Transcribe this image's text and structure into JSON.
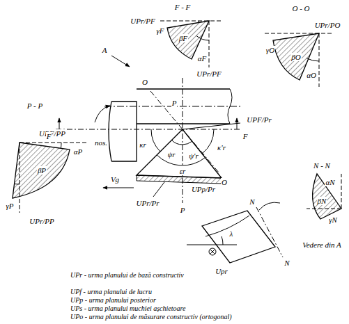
{
  "diagram": {
    "labels": [
      "F - F",
      "UPr/PF",
      "γF",
      "βF",
      "UPr/PF",
      "αF",
      "O - O",
      "UPr/PO",
      "γO",
      "βO",
      "αO",
      "A",
      "P - P",
      "UPF/PP",
      "αP",
      "βP",
      "γP",
      "UPr/PP",
      "O",
      "P",
      "nos.",
      "F",
      "F",
      "UPF/Pr",
      "κr",
      "ψr",
      "ψ'r",
      "κ'r",
      "Vg",
      "εr",
      "UPp/Pr",
      "UPr/Pr",
      "O",
      "P",
      "N",
      "N",
      "N - N",
      "αN",
      "βN",
      "γN",
      "λ",
      "Vedere din A",
      "Upr",
      "UPr - urma planului de bază constructiv",
      "UPf - urma planului de lucru",
      "UPp - urma planului posterior",
      "UPs - urma planului muchiei așchietoare",
      "UPo - urma planului de măsurare constructiv (ortogonal)"
    ]
  }
}
